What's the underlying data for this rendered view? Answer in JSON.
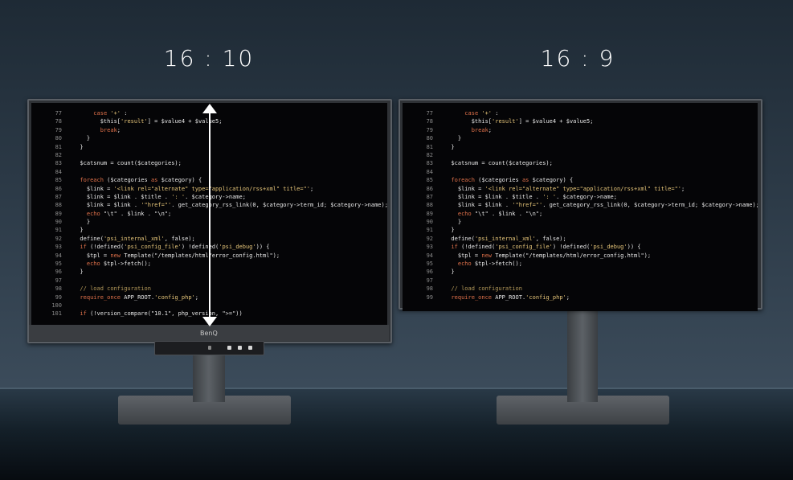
{
  "labels": {
    "left": "16 : 10",
    "right": "16 : 9"
  },
  "brand": "BenQ",
  "code_left": [
    {
      "n": "77",
      "t": "      case '+' :"
    },
    {
      "n": "78",
      "t": "        $this['result'] = $value4 + $value5;"
    },
    {
      "n": "79",
      "t": "        break;"
    },
    {
      "n": "80",
      "t": "    }"
    },
    {
      "n": "81",
      "t": "  }"
    },
    {
      "n": "82",
      "t": ""
    },
    {
      "n": "83",
      "t": "  $catsnum = count($categories);"
    },
    {
      "n": "84",
      "t": ""
    },
    {
      "n": "85",
      "t": "  foreach ($categories as $category) {"
    },
    {
      "n": "86",
      "t": "    $link = '<link rel=\"alternate\" type=\"application/rss+xml\" title=\"';"
    },
    {
      "n": "87",
      "t": "    $link = $link . $title . ': '. $category->name;"
    },
    {
      "n": "88",
      "t": "    $link = $link . '\"href=\"'. get_category_rss_link(0, $category->term_id; $category->name);"
    },
    {
      "n": "89",
      "t": "    echo \"\\t\" . $link . \"\\n\";"
    },
    {
      "n": "90",
      "t": "    }"
    },
    {
      "n": "91",
      "t": "  }"
    },
    {
      "n": "92",
      "t": "  define('psi_internal_xml', false);"
    },
    {
      "n": "93",
      "t": "  if (!defined('psi_config_file') !defined('psi_debug')) {"
    },
    {
      "n": "94",
      "t": "    $tpl = new Template(\"/templates/html/error_config.html\");"
    },
    {
      "n": "95",
      "t": "    echo $tpl->fetch();"
    },
    {
      "n": "96",
      "t": "  }"
    },
    {
      "n": "97",
      "t": ""
    },
    {
      "n": "98",
      "t": "  // load configuration"
    },
    {
      "n": "99",
      "t": "  require_once APP_ROOT.'config_php';"
    },
    {
      "n": "100",
      "t": ""
    },
    {
      "n": "101",
      "t": "  if (!version_compare(\"10.1\", php_version, \">=\"))"
    }
  ],
  "code_right": [
    {
      "n": "77",
      "t": "      case '+' :"
    },
    {
      "n": "78",
      "t": "        $this['result'] = $value4 + $value5;"
    },
    {
      "n": "79",
      "t": "        break;"
    },
    {
      "n": "80",
      "t": "    }"
    },
    {
      "n": "81",
      "t": "  }"
    },
    {
      "n": "82",
      "t": ""
    },
    {
      "n": "83",
      "t": "  $catsnum = count($categories);"
    },
    {
      "n": "84",
      "t": ""
    },
    {
      "n": "85",
      "t": "  foreach ($categories as $category) {"
    },
    {
      "n": "86",
      "t": "    $link = '<link rel=\"alternate\" type=\"application/rss+xml\" title=\"';"
    },
    {
      "n": "87",
      "t": "    $link = $link . $title . ': '. $category->name;"
    },
    {
      "n": "88",
      "t": "    $link = $link . '\"href=\"'. get_category_rss_link(0, $category->term_id; $category->name);"
    },
    {
      "n": "89",
      "t": "    echo \"\\t\" . $link . \"\\n\";"
    },
    {
      "n": "90",
      "t": "    }"
    },
    {
      "n": "91",
      "t": "  }"
    },
    {
      "n": "92",
      "t": "  define('psi_internal_xml', false);"
    },
    {
      "n": "93",
      "t": "  if (!defined('psi_config_file') !defined('psi_debug')) {"
    },
    {
      "n": "94",
      "t": "    $tpl = new Template(\"/templates/html/error_config.html\");"
    },
    {
      "n": "95",
      "t": "    echo $tpl->fetch();"
    },
    {
      "n": "96",
      "t": "  }"
    },
    {
      "n": "97",
      "t": ""
    },
    {
      "n": "98",
      "t": "  // load configuration"
    },
    {
      "n": "99",
      "t": "  require_once APP_ROOT.'config_php';"
    }
  ]
}
